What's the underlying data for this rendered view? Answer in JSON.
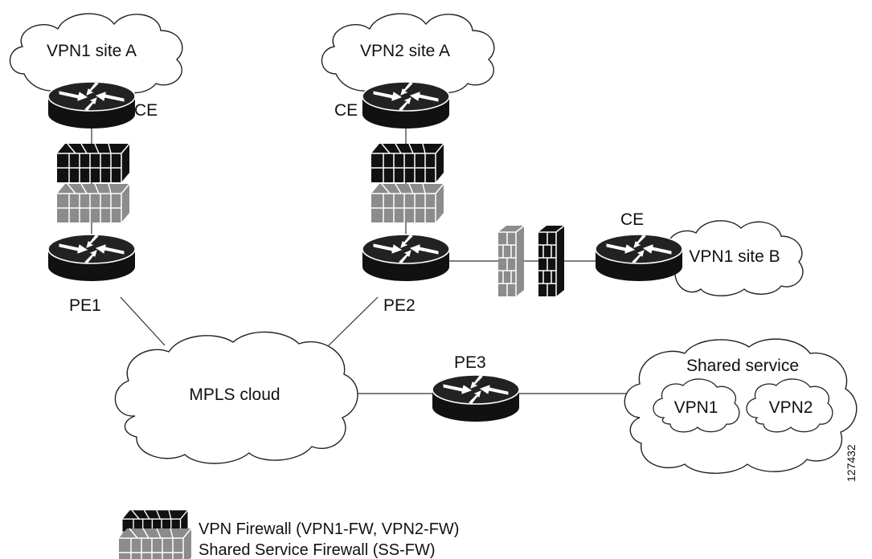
{
  "clouds": {
    "vpn1_site_a": "VPN1 site A",
    "vpn2_site_a": "VPN2 site A",
    "vpn1_site_b": "VPN1 site B",
    "mpls": "MPLS cloud",
    "shared_service": "Shared service",
    "vpn1": "VPN1",
    "vpn2": "VPN2"
  },
  "routers": {
    "ce_vpn1_a": "CE",
    "ce_vpn2_a": "CE",
    "ce_vpn1_b": "CE",
    "pe1": "PE1",
    "pe2": "PE2",
    "pe3": "PE3"
  },
  "legend": {
    "vpn_firewall": "VPN Firewall (VPN1-FW, VPN2-FW)",
    "shared_firewall": "Shared Service Firewall (SS-FW)"
  },
  "figure_id": "127432",
  "colors": {
    "vpn_firewall": "#111111",
    "shared_firewall": "#8c8c8c",
    "router": "#111111",
    "line": "#333333"
  }
}
